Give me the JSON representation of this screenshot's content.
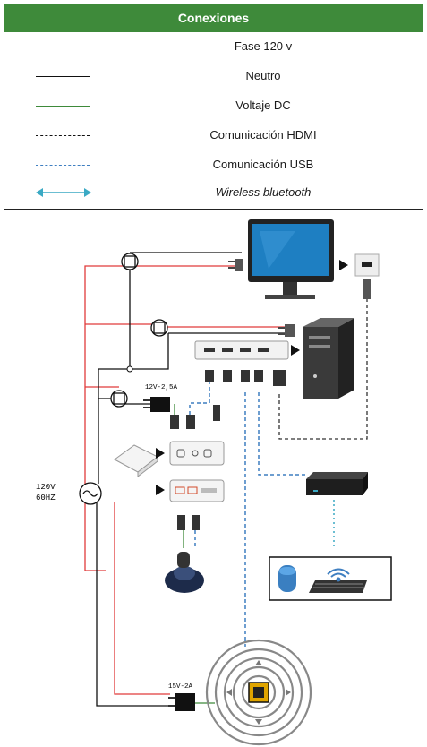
{
  "legend": {
    "title": "Conexiones",
    "items": [
      {
        "label": "Fase 120 v",
        "color": "#e03b3b",
        "style": "solid"
      },
      {
        "label": "Neutro",
        "color": "#111111",
        "style": "solid"
      },
      {
        "label": "Voltaje DC",
        "color": "#3e8a3a",
        "style": "solid"
      },
      {
        "label": "Comunicación HDMI",
        "color": "#111111",
        "style": "dashed"
      },
      {
        "label": "Comunicación USB",
        "color": "#3f7fc1",
        "style": "dashed"
      },
      {
        "label": "Wireless bluetooth",
        "color": "#3aa9c4",
        "style": "arrows"
      }
    ]
  },
  "diagram": {
    "source_label_1": "120V",
    "source_label_2": "60HZ",
    "adapter_1_label": "12V-2,5A",
    "adapter_2_label": "15V-2A"
  }
}
